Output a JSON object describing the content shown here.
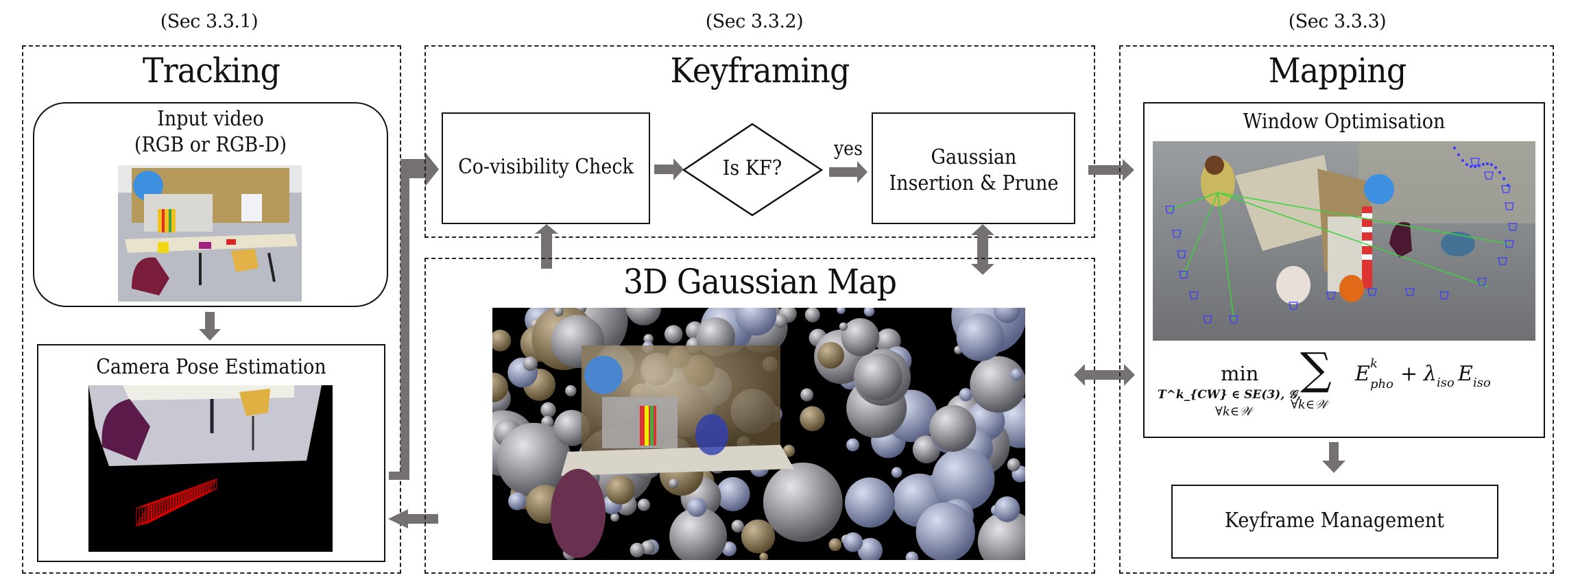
{
  "colors": {
    "arrow": "#757170",
    "border": "#111111",
    "frustum": "#3b3bff",
    "covis_line": "#3cd23c",
    "trajectory": "#e00000"
  },
  "sections": {
    "tracking": {
      "ref": "(Sec 3.3.1)",
      "title": "Tracking",
      "input": {
        "label_line1": "Input video",
        "label_line2": "(RGB or RGB-D)",
        "image": "input-rgb-frame"
      },
      "pose": {
        "label": "Camera Pose Estimation",
        "image": "camera-trajectory-render"
      }
    },
    "keyframing": {
      "ref": "(Sec 3.3.2)",
      "title": "Keyframing",
      "covis_label": "Co-visibility Check",
      "decision_label": "Is KF?",
      "yes_label": "yes",
      "insert_label_line1": "Gaussian",
      "insert_label_line2": "Insertion & Prune"
    },
    "map": {
      "title": "3D Gaussian Map",
      "image": "gaussian-ellipsoid-render"
    },
    "mapping": {
      "ref": "(Sec 3.3.3)",
      "title": "Mapping",
      "window_label": "Window Optimisation",
      "image": "window-keyframes-render",
      "formula": {
        "op": "min",
        "sub1": "T^k_{CW} ∈ SE(3), 𝒢,",
        "sub2": "∀k∈𝒲",
        "sum": "∑",
        "sum_sub": "∀k∈𝒲",
        "term1": "E",
        "term1_sup": "k",
        "term1_sub": "pho",
        "plus": "+",
        "lambda": "λ",
        "lambda_sub": "iso",
        "term2": "E",
        "term2_sub": "iso"
      },
      "kf_mgmt_label": "Keyframe Management"
    }
  }
}
